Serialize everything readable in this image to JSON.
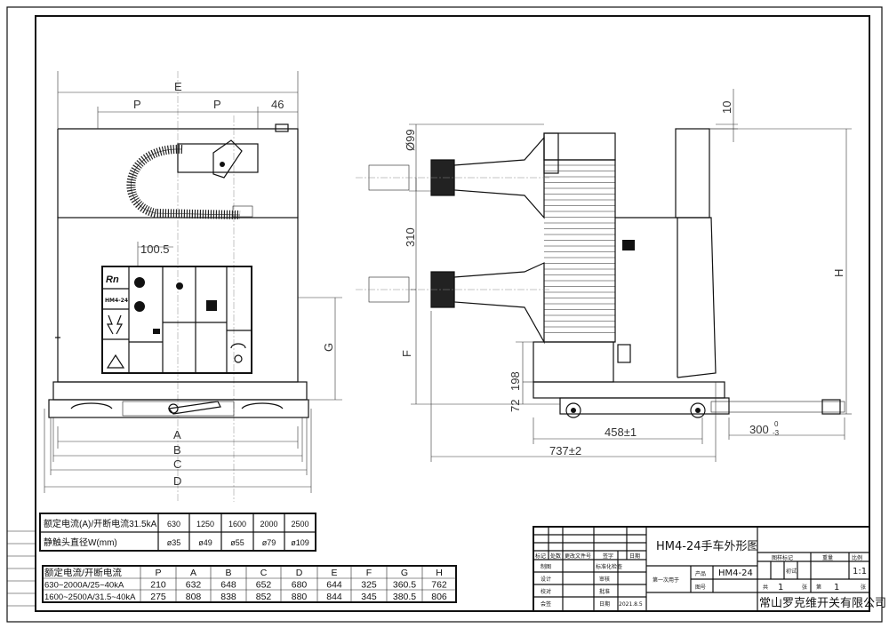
{
  "front_view": {
    "panel_model": "HM4-24",
    "dims": {
      "E": "E",
      "P1": "P",
      "P2": "P",
      "d46": "46",
      "d100_5": "100.5",
      "A": "A",
      "B": "B",
      "C": "C",
      "D": "D",
      "G": "G"
    }
  },
  "side_view": {
    "dims": {
      "phi99": "Ø99",
      "d310": "310",
      "F": "F",
      "d198": "198",
      "d72": "72",
      "d458": "458±1",
      "d737": "737±2",
      "d300": "300",
      "d300_tol_up": "0",
      "d300_tol_down": "-3",
      "d10": "10",
      "H": "H"
    }
  },
  "contact_table": {
    "rows": [
      [
        "额定电流(A)/开断电流31.5kA",
        "630",
        "1250",
        "1600",
        "2000",
        "2500"
      ],
      [
        "静触头直径W(mm)",
        "ø35",
        "ø49",
        "ø55",
        "ø79",
        "ø109"
      ]
    ]
  },
  "dimension_table": {
    "header": [
      "额定电流/开断电流",
      "P",
      "A",
      "B",
      "C",
      "D",
      "E",
      "F",
      "G",
      "H"
    ],
    "rows": [
      [
        "630~2000A/25~40kA",
        "210",
        "632",
        "648",
        "652",
        "680",
        "644",
        "325",
        "360.5",
        "762"
      ],
      [
        "1600~2500A/31.5~40kA",
        "275",
        "808",
        "838",
        "852",
        "880",
        "844",
        "345",
        "380.5",
        "806"
      ]
    ]
  },
  "title_block": {
    "title": "HM4-24手车外形图",
    "rev_headers": [
      "标记",
      "处数",
      "更改文件号",
      "签字",
      "日期"
    ],
    "drawn": "制图",
    "std_check": "标准化检查",
    "design": "设计",
    "review": "审核",
    "check": "校对",
    "approve": "批准",
    "countersign": "会签",
    "date_label": "日期",
    "date": "2021.8.5",
    "first_use": "第一次用于",
    "product_label": "产品",
    "product": "HM4-24",
    "drawing_no_label": "图号",
    "mark_label": "图样标记",
    "weight_label": "重量",
    "scale_label": "比例",
    "mark": "初试",
    "scale": "1:1",
    "total_label": "共",
    "total": "1",
    "sheet_unit": "张",
    "sheet_label": "第",
    "sheet": "1",
    "company": "常山罗克维开关有限公司"
  }
}
